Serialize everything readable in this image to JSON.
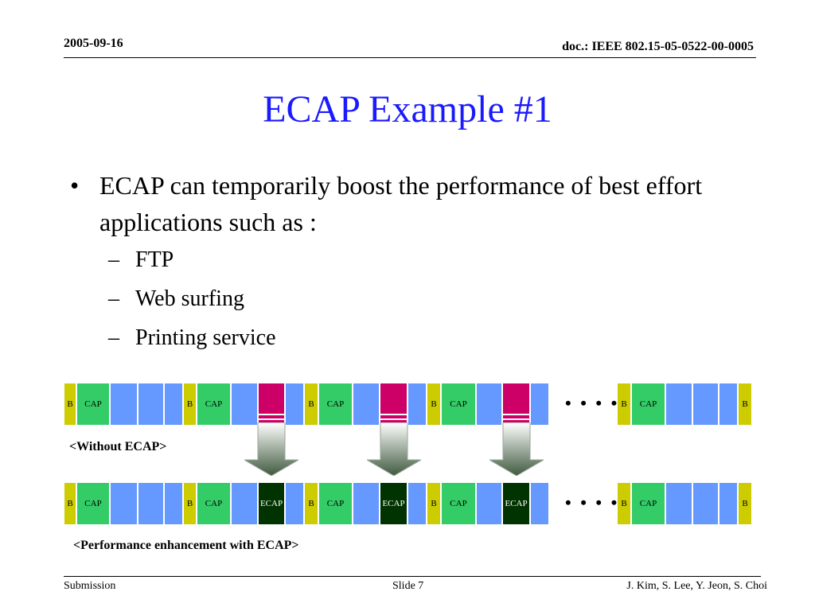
{
  "header": {
    "date": "2005-09-16",
    "doc": "doc.: IEEE 802.15-05-0522-00-0005"
  },
  "title": "ECAP Example #1",
  "bullet": {
    "main": "ECAP can temporarily boost the performance of best effort applications such as :",
    "subs": [
      "FTP",
      "Web surfing",
      "Printing service"
    ]
  },
  "diagram": {
    "labels": {
      "beacon": "B",
      "cap": "CAP",
      "ecap": "ECAP",
      "ellipsis": "• • • •"
    },
    "without_caption": "<Without ECAP>",
    "with_caption": "<Performance enhancement with ECAP>",
    "colors": {
      "beacon": "#cccc00",
      "cap": "#33cc66",
      "slot": "#6699ff",
      "ecap": "#003300",
      "busy": "#cc0066"
    }
  },
  "footer": {
    "left": "Submission",
    "center": "Slide 7",
    "right": "J. Kim, S. Lee, Y. Jeon, S. Choi"
  }
}
